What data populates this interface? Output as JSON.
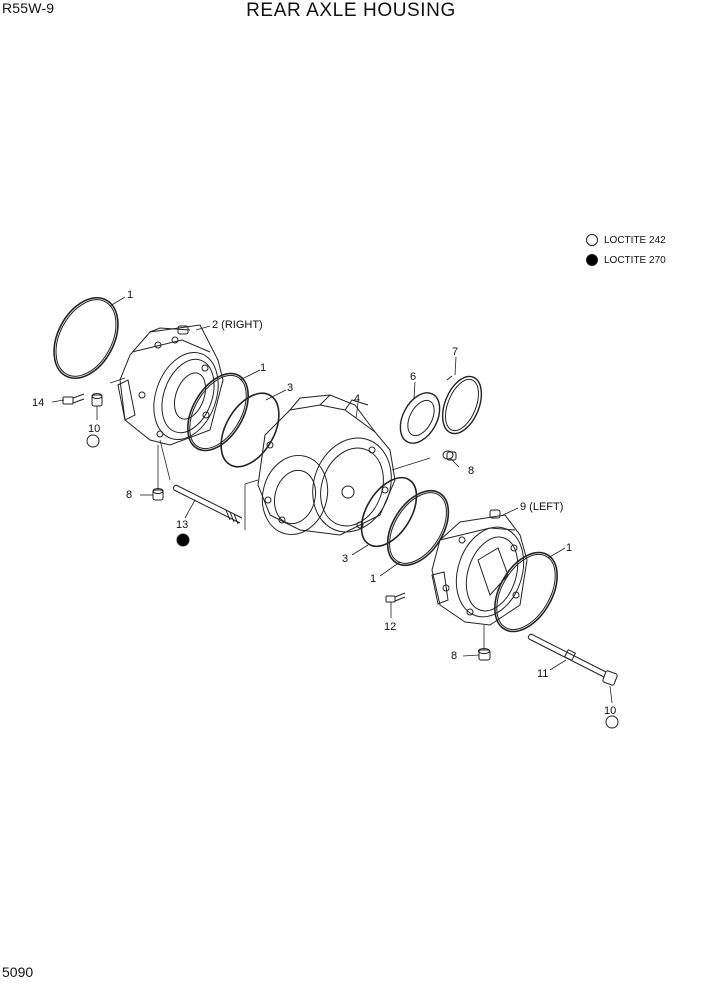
{
  "header": {
    "model": "R55W-9",
    "title": "REAR AXLE HOUSING"
  },
  "footer": {
    "page_number": "5090"
  },
  "legend": {
    "items": [
      {
        "label": "LOCTITE 242",
        "marker": "open-circle"
      },
      {
        "label": "LOCTITE 270",
        "marker": "filled-circle"
      }
    ]
  },
  "callouts": {
    "c1a": "1",
    "c2": "2 (RIGHT)",
    "c1b": "1",
    "c3a": "3",
    "c4": "4",
    "c6": "6",
    "c7": "7",
    "c14": "14",
    "c10a": "10",
    "c8a": "8",
    "c13": "13",
    "c8b": "8",
    "c9": "9 (LEFT)",
    "c1c": "1",
    "c3b": "3",
    "c1d": "1",
    "c12": "12",
    "c8c": "8",
    "c11": "11",
    "c10b": "10"
  }
}
